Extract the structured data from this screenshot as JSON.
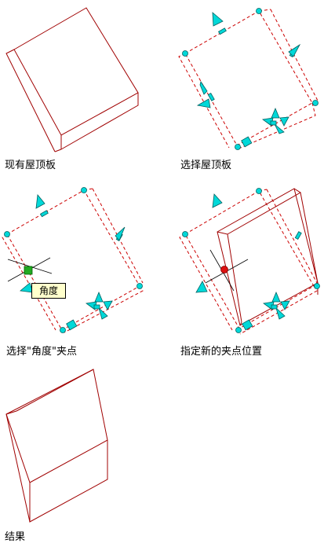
{
  "captions": {
    "existing": "现有屋顶板",
    "select": "选择屋顶板",
    "select_angle": "选择\"角度\"夹点",
    "new_position": "指定新的夹点位置",
    "result": "结果"
  },
  "tooltip": {
    "angle": "角度"
  },
  "colors": {
    "edge": "#a00000",
    "grip_fill": "#00d8d8",
    "grip_stroke": "#006060",
    "active_grip": "#22aa22",
    "hot_grip": "#dd1111",
    "cursor": "#000000"
  }
}
